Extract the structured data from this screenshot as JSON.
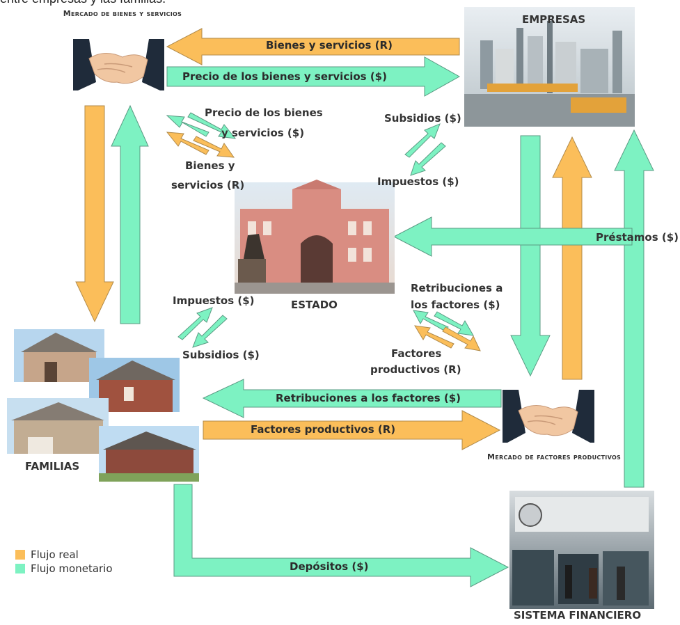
{
  "colors": {
    "real_flow": "#FBBE5A",
    "monetary_flow": "#7DF2C2",
    "outline": "#6d8a80"
  },
  "header_fragment": "entre empresas y las familias.",
  "nodes": {
    "mercado_bienes": "Mercado de bienes y servicios",
    "empresas": "EMPRESAS",
    "estado": "ESTADO",
    "familias": "FAMILIAS",
    "mercado_factores": "Mercado de factores productivos",
    "sistema_financiero": "SISTEMA  FINANCIERO"
  },
  "flows": {
    "bienes_servicios_top": "Bienes y servicios (R)",
    "precio_bienes_top": "Precio de los bienes y servicios ($)",
    "precio_bienes_estado_1": "Precio de los bienes",
    "precio_bienes_estado_2": "y servicios ($)",
    "bienes_estado_1": "Bienes y",
    "bienes_estado_2": "servicios (R)",
    "subsidios_empresas": "Subsidios ($)",
    "impuestos_empresas": "Impuestos ($)",
    "prestamos": "Préstamos ($)",
    "impuestos_familias": "Impuestos ($)",
    "subsidios_familias": "Subsidios ($)",
    "retribuciones_estado_1": "Retribuciones a",
    "retribuciones_estado_2": "los factores ($)",
    "factores_estado_1": "Factores",
    "factores_estado_2": "productivos (R)",
    "retribuciones_familias": "Retribuciones a los factores ($)",
    "factores_familias": "Factores productivos (R)",
    "depositos": "Depósitos ($)"
  },
  "legend": {
    "real": "Flujo real",
    "monetario": "Flujo monetario"
  }
}
